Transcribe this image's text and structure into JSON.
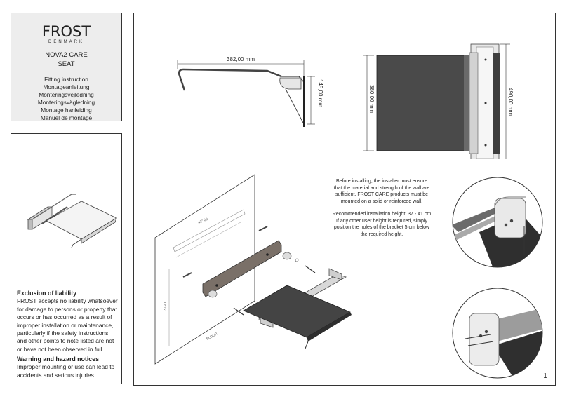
{
  "title_box": {
    "logo": "FROST",
    "logo_sub": "DENMARK",
    "product_name": "NOVA2 CARE",
    "product_type": "SEAT",
    "fitting_titles": [
      "Fitting instruction",
      "Montageanleitung",
      "Monteringsvejledning",
      "Monteringsvägledning",
      "Montage hanleiding",
      "Manuel de montage"
    ]
  },
  "info_box": {
    "liability_heading": "Exclusion of liability",
    "liability_lines": [
      "FROST accepts no liability whatsoever",
      "for damage to persons or property that",
      "occurs or has occurred as a result of",
      "improper installation or maintenance,",
      "particularly if the safety instructions",
      "and other points to note listed are not",
      "or have not been observed in full."
    ],
    "warning_heading": "Warning and hazard notices",
    "warning_lines": [
      "Improper mounting or use can lead to",
      "accidents and serious injuries."
    ]
  },
  "dimensions": {
    "width": "382,00 mm",
    "height_side": "145,00 mm",
    "seat_depth": "380,00 mm",
    "total_height": "490,00 mm",
    "template_width": "43°,00",
    "install_height": "37-41",
    "floor": "FLOOR"
  },
  "instructions": {
    "lines_1": [
      "Before installing, the installer must ensure",
      "that the material and strength of the wall are",
      "sufficient. FROST CARE products must be",
      "mounted on a solid or reinforced wall."
    ],
    "lines_2": [
      "Recommended installation height: 37 - 41 cm",
      "If any other user height is required, simply",
      "position the holes of the bracket 5 cm below",
      "the required height."
    ]
  },
  "page_number": "1"
}
